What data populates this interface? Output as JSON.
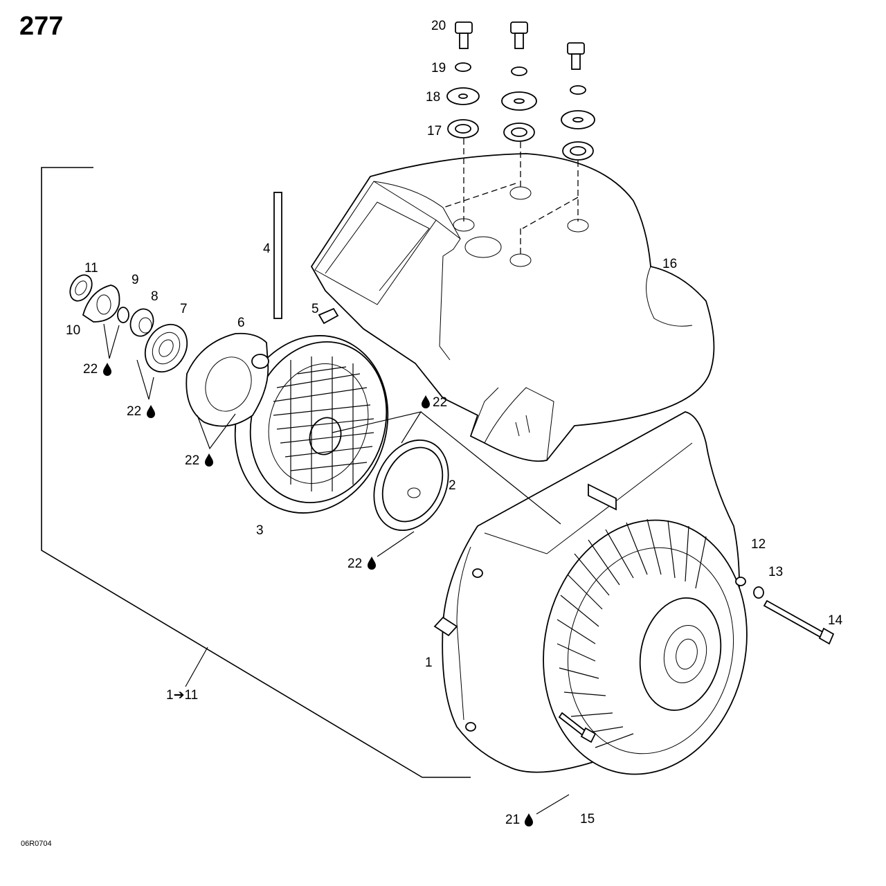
{
  "page_number": "277",
  "figure_code": "06R0704",
  "callouts": {
    "c1": "1",
    "c2": "2",
    "c3": "3",
    "c4": "4",
    "c5": "5",
    "c6": "6",
    "c7": "7",
    "c8": "8",
    "c9": "9",
    "c10": "10",
    "c11": "11",
    "c12": "12",
    "c13": "13",
    "c14": "14",
    "c15": "15",
    "c16": "16",
    "c17": "17",
    "c18": "18",
    "c19": "19",
    "c20": "20",
    "c21": "21",
    "c22a": "22",
    "c22b": "22",
    "c22c": "22",
    "c22d": "22",
    "c22e": "22",
    "range": "1➔11"
  },
  "icons": [
    "oil-drop-icon"
  ]
}
